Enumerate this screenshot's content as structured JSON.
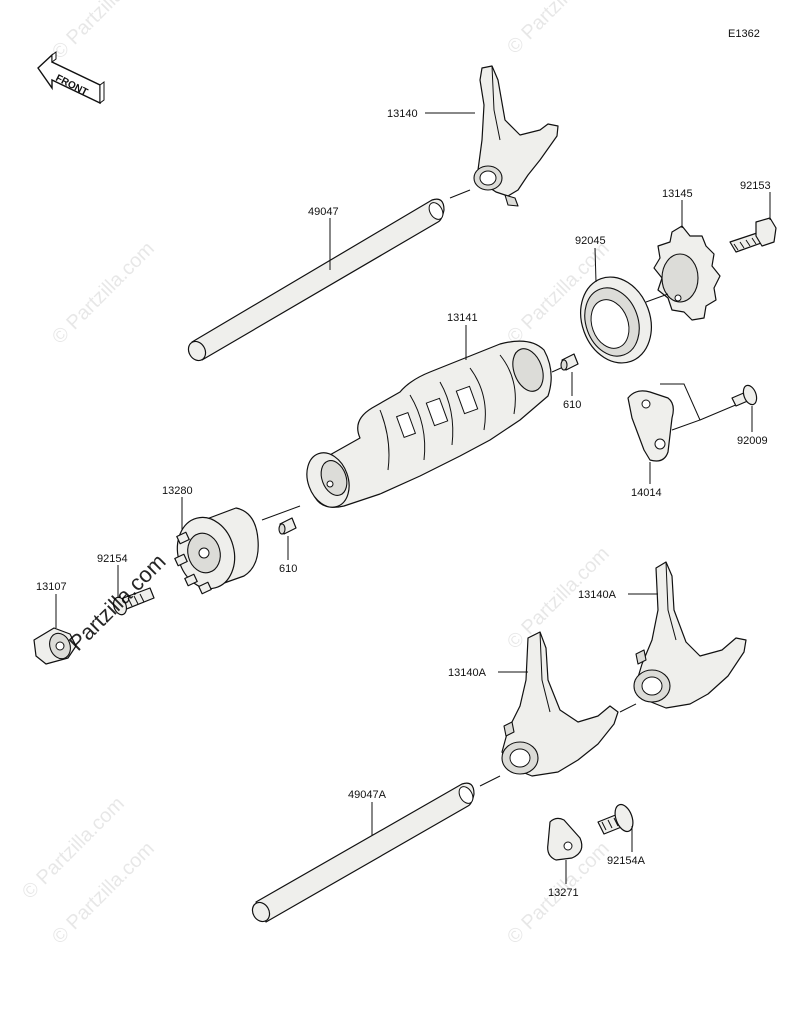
{
  "diagram": {
    "code": "E1362",
    "front_label": "FRONT",
    "watermark_text": "© Partzilla.com",
    "watermark_bold": "Partzilla.com",
    "parts": {
      "p13140": "13140",
      "p49047": "49047",
      "p13145": "13145",
      "p92153": "92153",
      "p92045": "92045",
      "p13141": "13141",
      "p610a": "610",
      "p92009": "92009",
      "p14014": "14014",
      "p13280": "13280",
      "p92154": "92154",
      "p13107": "13107",
      "p610b": "610",
      "p13140A_1": "13140A",
      "p13140A_2": "13140A",
      "p49047A": "49047A",
      "p92154A": "92154A",
      "p13271": "13271"
    }
  }
}
